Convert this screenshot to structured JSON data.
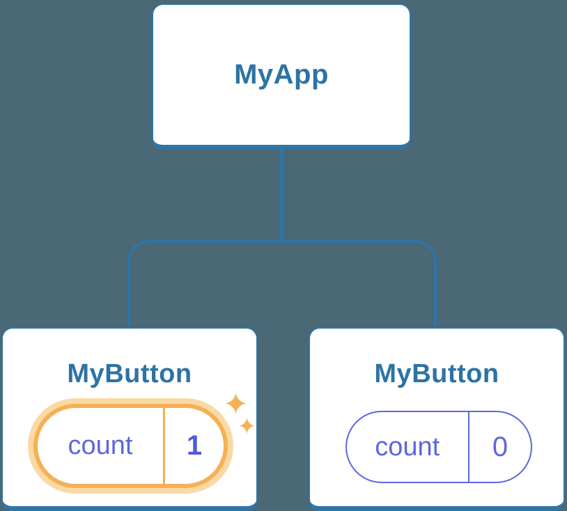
{
  "diagram": {
    "description": "React component tree showing state preserved per component instance",
    "root": {
      "label": "MyApp"
    },
    "children": [
      {
        "label": "MyButton",
        "state": {
          "name": "count",
          "value": "1"
        },
        "highlighted": true,
        "icons": [
          "sparkle-large",
          "sparkle-small"
        ]
      },
      {
        "label": "MyButton",
        "state": {
          "name": "count",
          "value": "0"
        },
        "highlighted": false
      }
    ]
  },
  "colors": {
    "background": "#4a6875",
    "card_fill": "#ffffff",
    "tree_line_blue": "#2e75a8",
    "component_label_blue": "#2c73a4",
    "state_indigo": "#5b66e0",
    "state_value_bold_indigo": "#4f5ade",
    "highlight_orange": "#f5b155",
    "highlight_glow_orange": "#fad9a4"
  }
}
